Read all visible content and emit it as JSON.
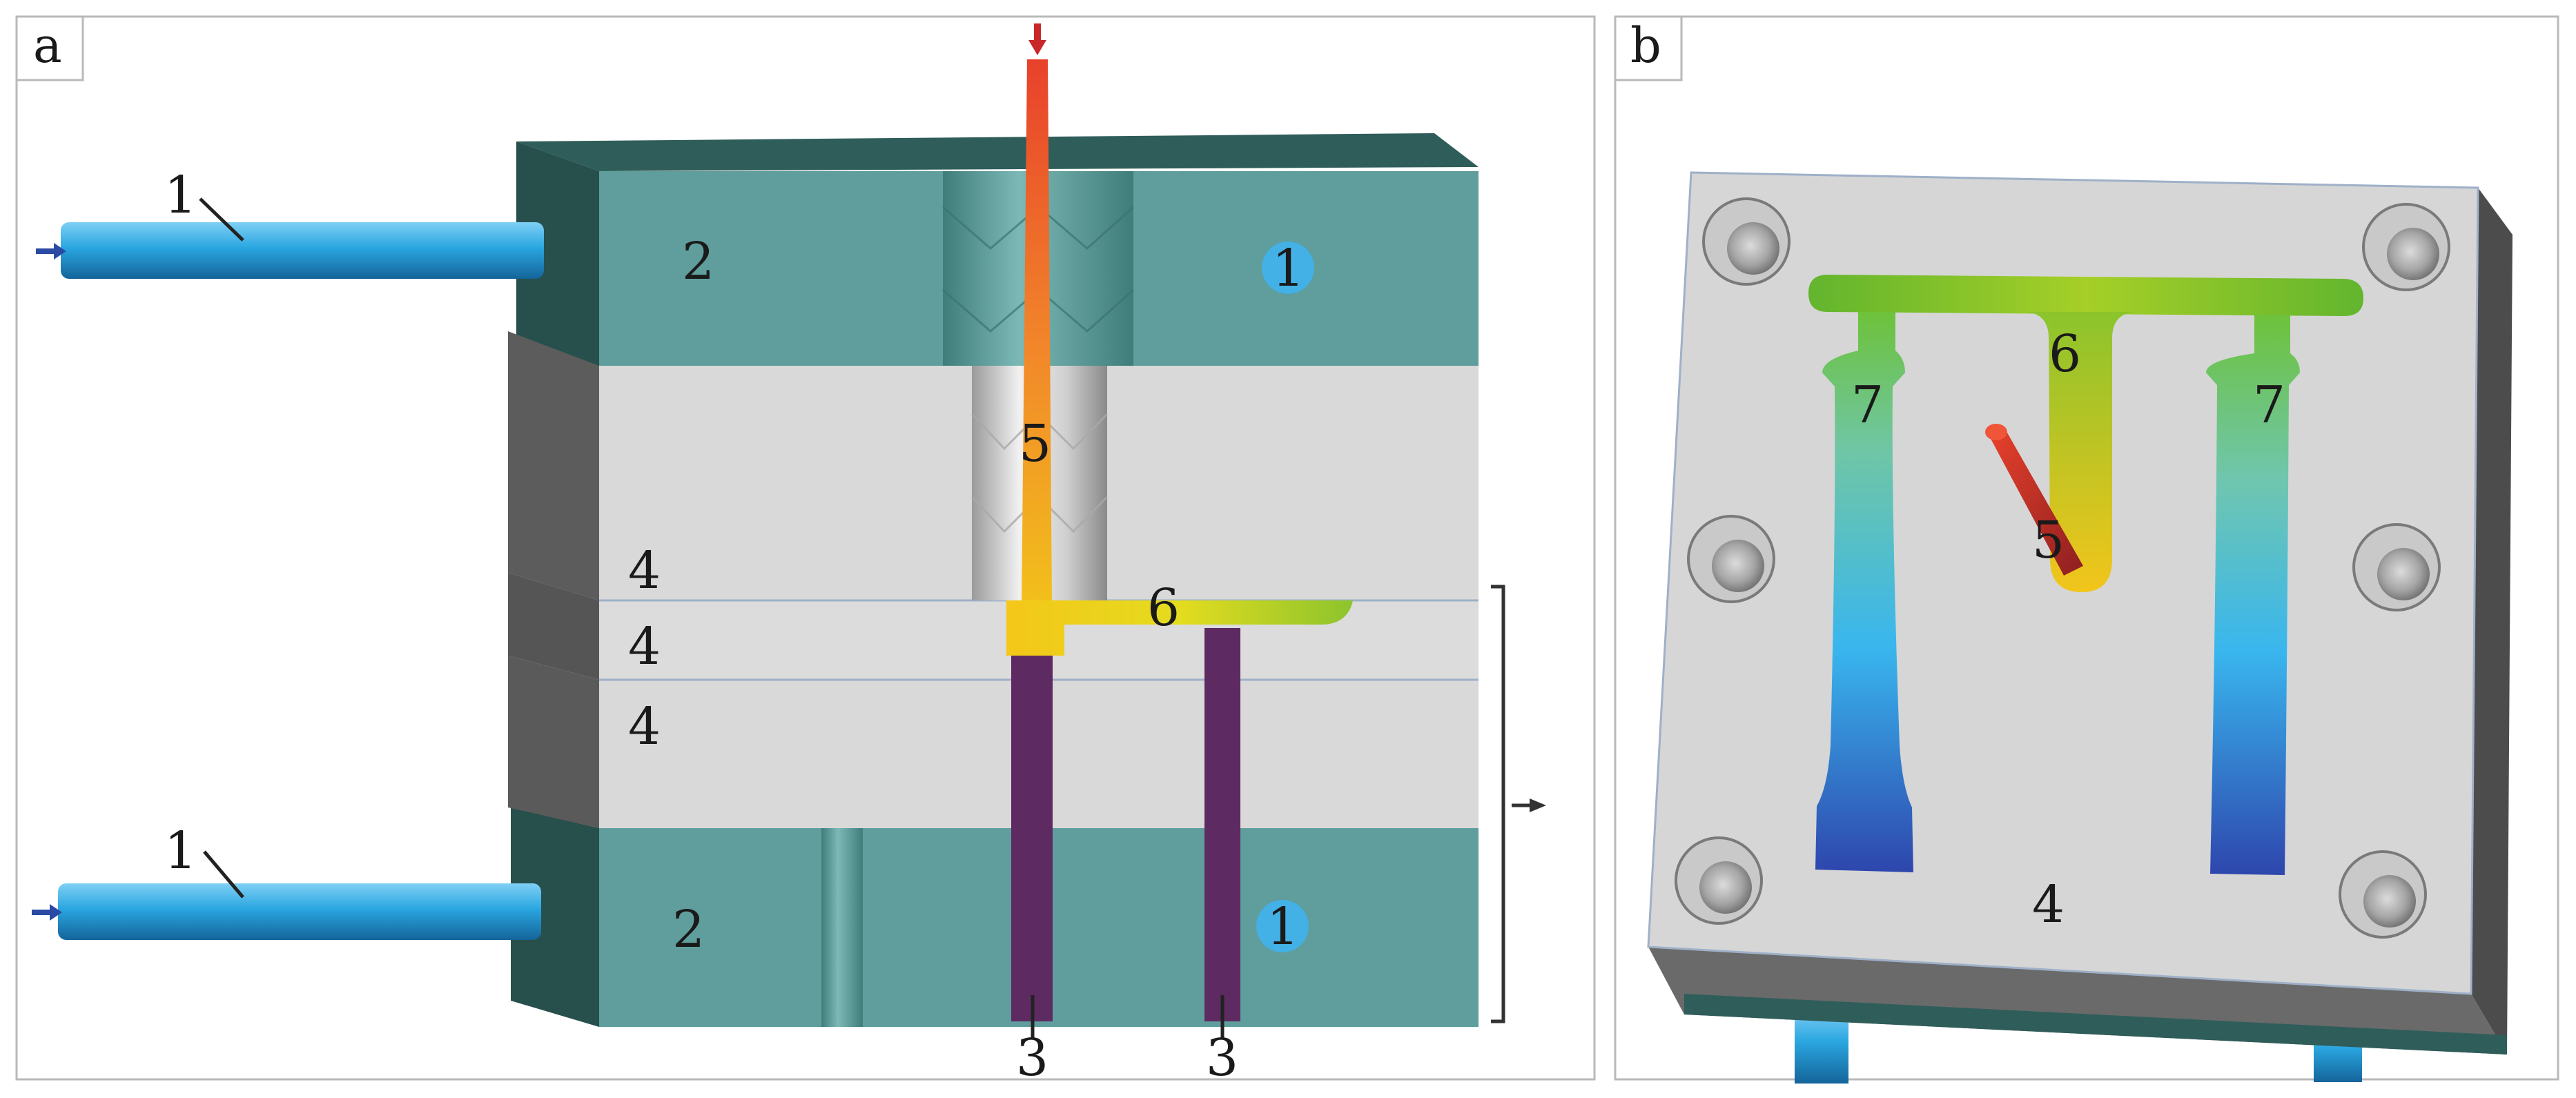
{
  "panels": [
    {
      "id": "a",
      "label": "a"
    },
    {
      "id": "b",
      "label": "b"
    }
  ],
  "labels": {
    "cooling_pipe": "1",
    "cooling_circle": "1",
    "mold_plate": "2",
    "ejector": "3",
    "plate": "4",
    "sprue": "5",
    "runner": "6",
    "cavity": "7"
  },
  "colors": {
    "frame": "#b9b9b9",
    "mold_teal": "#5f9e9c",
    "mold_teal_dark": "#2f5d5a",
    "plate_grey": "#d9d9d9",
    "plate_side": "#5c5c5c",
    "pipe_blue": "#2aa6e0",
    "ejector_purple": "#5e2a62",
    "sprue_red": "#e8412b",
    "runner_yellow": "#f2d21b",
    "runner_green": "#7fc22e",
    "cavity_blue": "#2f4fb3",
    "arrow_dark": "#333333"
  },
  "icons": [
    "inflow-arrow-icon",
    "pointer-arrow-icon",
    "bracket-icon"
  ]
}
